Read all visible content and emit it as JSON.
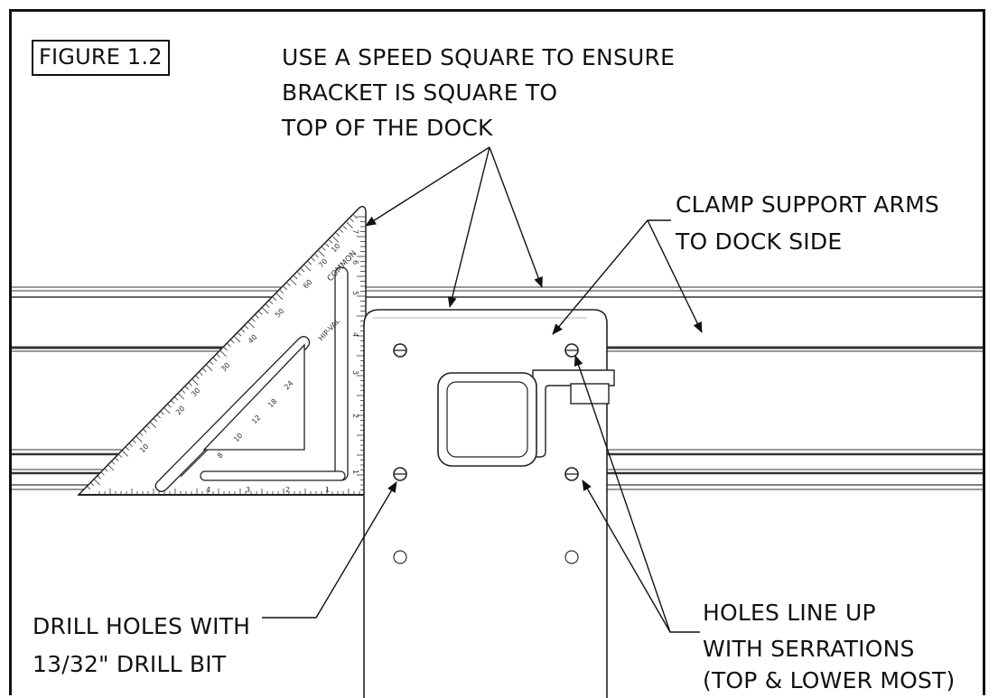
{
  "figure_label": "FIGURE 1.2",
  "callouts": {
    "speed_square": [
      "USE A SPEED SQUARE TO ENSURE",
      "BRACKET IS SQUARE TO",
      "TOP OF THE DOCK"
    ],
    "clamp_arms": [
      "CLAMP SUPPORT ARMS",
      "TO DOCK SIDE"
    ],
    "drill_holes": [
      "DRILL HOLES WITH",
      "13/32\" DRILL BIT"
    ],
    "holes_line_up": [
      "HOLES LINE UP",
      "WITH SERRATIONS",
      "(TOP & LOWER MOST)"
    ]
  },
  "speed_square": {
    "scale_labels": [
      "COMMON",
      "HIP-VAL"
    ],
    "common_numbers": [
      "30",
      "40",
      "50",
      "60",
      "70",
      "10"
    ],
    "common_numbers_outer": [
      "20",
      "30",
      "10"
    ],
    "hip_numbers": [
      "24",
      "18",
      "12",
      "10",
      "8"
    ],
    "edge_inches": [
      "1",
      "2",
      "3",
      "4",
      "5",
      "6",
      "7"
    ],
    "base_inches": [
      "4",
      "3",
      "2",
      "1"
    ]
  }
}
